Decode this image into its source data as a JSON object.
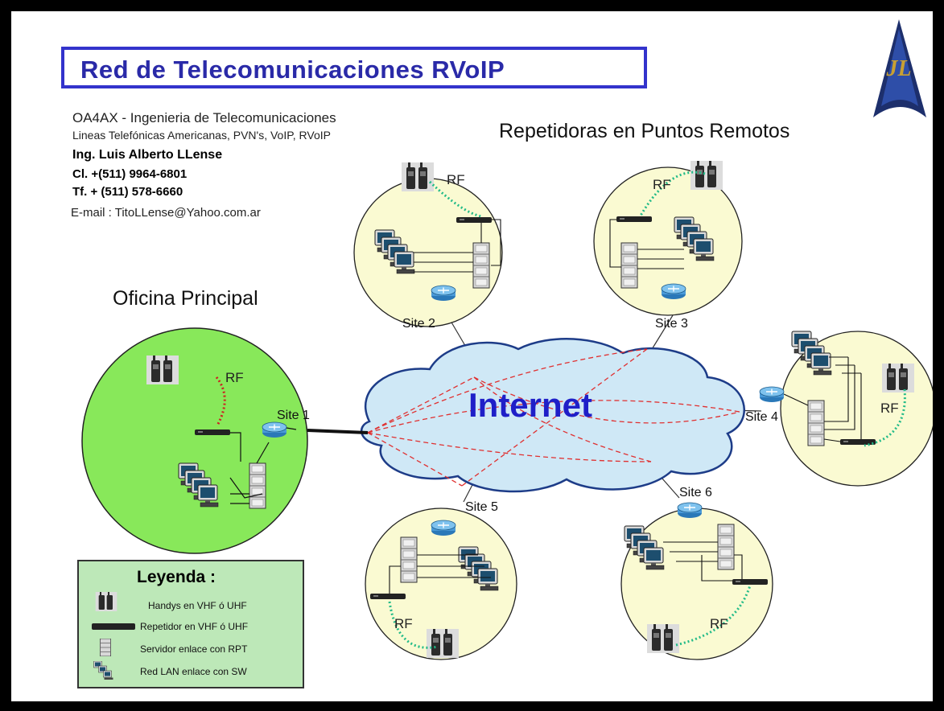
{
  "header": {
    "title": "Red de Telecomunicaciones RVoIP",
    "company": "OA4AX - Ingenieria de Telecomunicaciones",
    "services": "Lineas Telefónicas Americanas, PVN's, VoIP, RVoIP",
    "engineer": "Ing. Luis Alberto LLense",
    "cell": "Cl. +(511) 9964-6801",
    "phone": "Tf. + (511) 578-6660",
    "email": "E-mail : TitoLLense@Yahoo.com.ar"
  },
  "sections": {
    "main_office": "Oficina Principal",
    "remote": "Repetidoras en Puntos Remotos"
  },
  "cloud": {
    "label": "Internet"
  },
  "sites": [
    "Site 1",
    "Site 2",
    "Site 3",
    "Site 4",
    "Site 5",
    "Site 6"
  ],
  "rf_label": "RF",
  "legend": {
    "title": "Leyenda :",
    "items": [
      {
        "icon": "handy-radio-icon",
        "label": "Handys en VHF ó UHF"
      },
      {
        "icon": "repeater-icon",
        "label": "Repetidor en VHF ó UHF"
      },
      {
        "icon": "server-icon",
        "label": "Servidor enlace con RPT"
      },
      {
        "icon": "lan-computers-icon",
        "label": "Red LAN enlace con SW"
      }
    ]
  },
  "colors": {
    "title_border": "#3333cc",
    "title_text": "#2a2aa8",
    "main_office_fill": "#88e85a",
    "remote_site_fill": "#fafad2",
    "cloud_fill": "#cfe8f6",
    "vpn_lines": "#e03030",
    "rf_link_main": "#cc2222",
    "rf_link_remote": "#22bb88",
    "legend_fill": "#bde8b8",
    "internet_text": "#1f1fc8"
  }
}
